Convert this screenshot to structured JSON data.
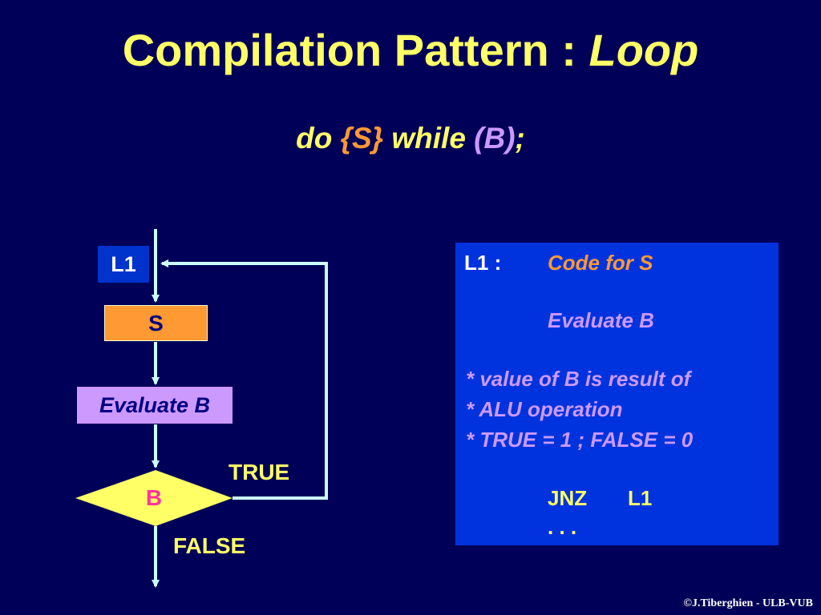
{
  "slide": {
    "title_main": "Compilation Pattern : ",
    "title_italic": "Loop",
    "subtitle": {
      "do": "do ",
      "s_block": "{S}",
      "while": " while ",
      "b_cond": "(B)",
      "semicolon": ";"
    },
    "copyright": "©J.Tiberghien - ULB-VUB"
  },
  "flowchart": {
    "label_l1": "L1",
    "box_s": "S",
    "box_evaluate": "Evaluate B",
    "decision_b": "B",
    "true_label": "TRUE",
    "false_label": "FALSE"
  },
  "code": {
    "label": "L1 :",
    "code_for_s": "Code for S",
    "evaluate_b": "Evaluate B",
    "comment_1": "* value of B is result of",
    "comment_2": "* ALU operation",
    "comment_3": "* TRUE = 1 ; FALSE = 0",
    "instr_op": "JNZ",
    "instr_arg": "L1",
    "ellipsis": ". . ."
  },
  "colors": {
    "background": "#000058",
    "title": "#ffff66",
    "orange": "#ff9933",
    "violet": "#cc99ff",
    "code_panel": "#0033dd",
    "arrow": "#ccffff",
    "decision_fill": "#ffff66",
    "decision_text": "#ff3399"
  }
}
